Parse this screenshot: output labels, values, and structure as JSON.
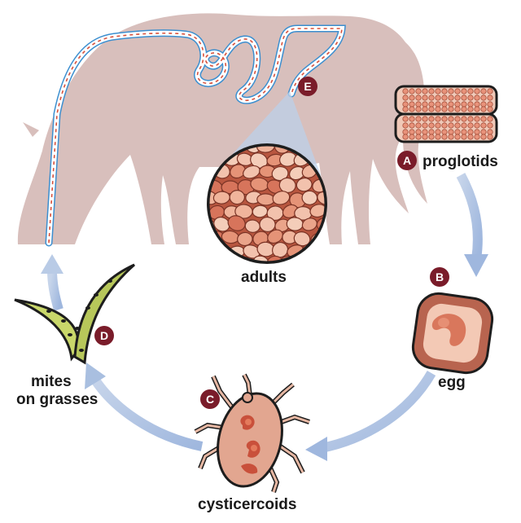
{
  "stages": {
    "a": {
      "letter": "A",
      "label": "proglotids"
    },
    "b": {
      "letter": "B",
      "label": "egg"
    },
    "c": {
      "letter": "C",
      "label": "cysticercoids"
    },
    "d": {
      "letter": "D",
      "label_line1": "mites",
      "label_line2": "on grasses"
    },
    "e": {
      "letter": "E",
      "label": "adults"
    }
  },
  "colors": {
    "horse": "#d8bfbc",
    "intestine_blue": "#3b8fd0",
    "intestine_dash": "#d9503a",
    "cycle_arrow": "#a9bfe0",
    "badge": "#7a1c2a",
    "cell_fill": "#e9a58c",
    "cell_dark": "#c8614a",
    "grass": "#c9d76a",
    "mite_body": "#e2a690"
  }
}
